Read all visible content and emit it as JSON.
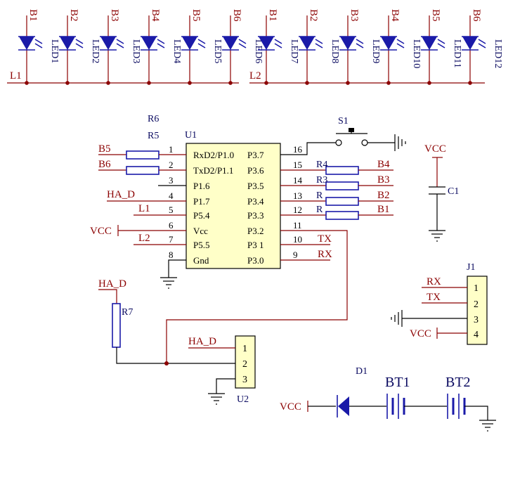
{
  "leds": {
    "top_labels": [
      "B1",
      "B2",
      "B3",
      "B4",
      "B5",
      "B6",
      "B1",
      "B2",
      "B3",
      "B4",
      "B5",
      "B6"
    ],
    "names": [
      "LED1",
      "LED2",
      "LED3",
      "LED4",
      "LED5",
      "LED6",
      "LED7",
      "LED8",
      "LED9",
      "LED10",
      "LED11",
      "LED12"
    ],
    "rail_left": "L1",
    "rail_right": "L2"
  },
  "u1": {
    "name": "U1",
    "left_pins": [
      {
        "num": "1",
        "name": "RxD2/P1.0",
        "net": "B5"
      },
      {
        "num": "2",
        "name": "TxD2/P1.1",
        "net": "B6"
      },
      {
        "num": "3",
        "name": "P1.6",
        "net": ""
      },
      {
        "num": "4",
        "name": "P1.7",
        "net": "HA_D"
      },
      {
        "num": "5",
        "name": "P5.4",
        "net": "L1"
      },
      {
        "num": "6",
        "name": "Vcc",
        "net": "VCC"
      },
      {
        "num": "7",
        "name": "P5.5",
        "net": "L2"
      },
      {
        "num": "8",
        "name": "Gnd",
        "net": ""
      }
    ],
    "right_pins": [
      {
        "num": "16",
        "name": "P3.7",
        "net": ""
      },
      {
        "num": "15",
        "name": "P3.6",
        "net": "B4"
      },
      {
        "num": "14",
        "name": "P3.5",
        "net": "B3"
      },
      {
        "num": "13",
        "name": "P3.4",
        "net": "B2"
      },
      {
        "num": "12",
        "name": "P3.3",
        "net": "B1"
      },
      {
        "num": "11",
        "name": "P3.2",
        "net": ""
      },
      {
        "num": "10",
        "name": "P3 1",
        "net": "TX"
      },
      {
        "num": "9",
        "name": "P3.0",
        "net": "RX"
      }
    ]
  },
  "resistors": {
    "r6": "R6",
    "r5": "R5",
    "r4": "R4",
    "r3": "R3",
    "r2": "R",
    "r1": "R",
    "r7": "R7"
  },
  "switch": "S1",
  "cap": {
    "name": "C1",
    "net": "VCC"
  },
  "j1": {
    "name": "J1",
    "pins": [
      "1",
      "2",
      "3",
      "4"
    ],
    "nets": [
      "RX",
      "TX",
      "",
      "VCC"
    ]
  },
  "u2": {
    "name": "U2",
    "pins": [
      "1",
      "2",
      "3"
    ],
    "net": "HA_D"
  },
  "ha_d_left": "HA_D",
  "power": {
    "diode": "D1",
    "bt1": "BT1",
    "bt2": "BT2",
    "net": "VCC"
  }
}
